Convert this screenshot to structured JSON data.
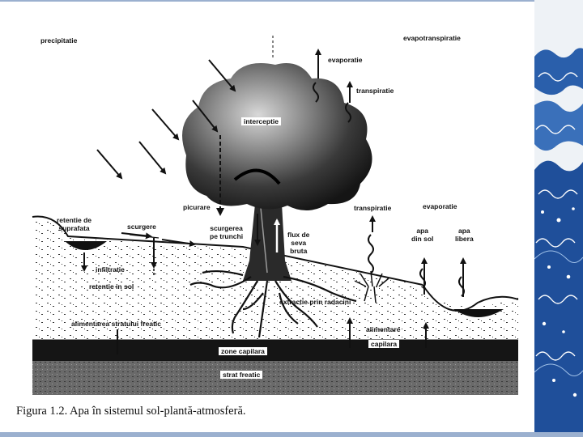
{
  "labels": {
    "precipitatie": "precipitatie",
    "evapotranspiratie": "evapotranspiratie",
    "evaporatie_top": "evaporatie",
    "transpiratie_top": "transpiratie",
    "interceptie": "interceptie",
    "picurare": "picurare",
    "retentie_suprafata": "retentie de\nsuprafata",
    "scurgere": "scurgere",
    "scurgerea_trunchi": "scurgerea\npe trunchi",
    "flux_seva": "flux de\nseva\nbruta",
    "transpiratie_right": "transpiratie",
    "evaporatie_right": "evaporatie",
    "apa_din_sol": "apa\ndin sol",
    "apa_libera": "apa\nlibera",
    "infiltratie": "infiltratie",
    "retentie_sol": "retentie in sol",
    "extractie": "extractie prin radacini",
    "alimentarea": "alimentarea stratului freatic",
    "alimentare": "alimentare",
    "capilara": "capilara",
    "zona_capilara": "zone capilara",
    "strat_freatic": "strat freatic"
  },
  "caption": "Figura 1.2.  Apa în sistemul sol-plantă-atmosferă.",
  "colors": {
    "frame_blue": "#9bb0cf",
    "wave_dark": "#1f4f9a",
    "wave_light": "#eef2f6",
    "ink": "#111111"
  },
  "icons": {
    "decor": "ocean-wave-pattern"
  }
}
